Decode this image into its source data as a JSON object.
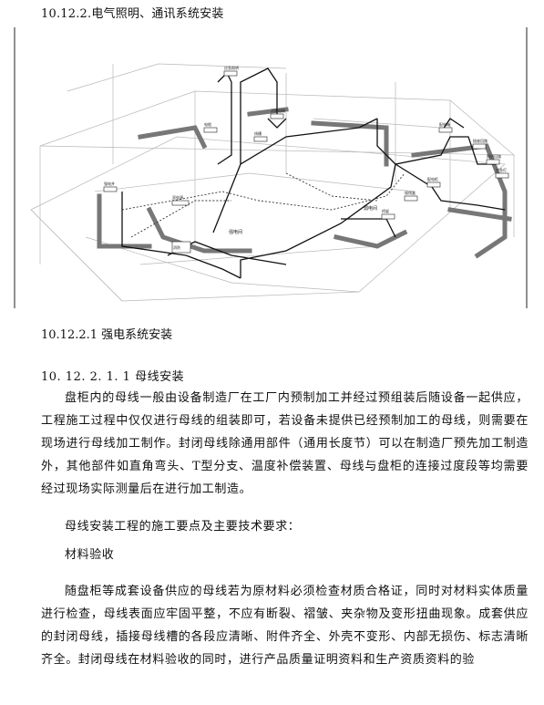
{
  "section_heading": "10.12.2.电气照明、通讯系统安装",
  "figure": {
    "label_strong": "强电间",
    "label_weak": "弱电间",
    "small_labels": [
      "应急照明",
      "消防电梯",
      "配电箱",
      "插座回路",
      "照明回路",
      "应急灯",
      "双电源",
      "强电井",
      "配电柜",
      "桥架",
      "电缆",
      "线槽",
      "接线盒",
      "消防"
    ]
  },
  "subsection_heading": "10.12.2.1 强电系统安装",
  "subsubsection_heading": "10. 12. 2. 1. 1 母线安装",
  "paragraphs": {
    "p1": "盘柜内的母线一般由设备制造厂在工厂内预制加工并经过预组装后随设备一起供应，工程施工过程中仅仅进行母线的组装即可，若设备未提供已经预制加工的母线，则需要在现场进行母线加工制作。封闭母线除通用部件（通用长度节）可以在制造厂预先加工制造外，其他部件如直角弯头、T型分支、温度补偿装置、母线与盘柜的连接过度段等均需要经过现场实际测量后在进行加工制造。",
    "p2": "母线安装工程的施工要点及主要技术要求：",
    "p3": "材料验收",
    "p4": "随盘柜等成套设备供应的母线若为原材料必须检查材质合格证，同时对材料实体质量进行检查，母线表面应牢固平整，不应有断裂、褶皱、夹杂物及变形扭曲现象。成套供应的封闭母线，插接母线槽的各段应清晰、附件齐全、外壳不变形、内部无损伤、标志清晰齐全。封闭母线在材料验收的同时，进行产品质量证明资料和生产资质资料的验"
  }
}
